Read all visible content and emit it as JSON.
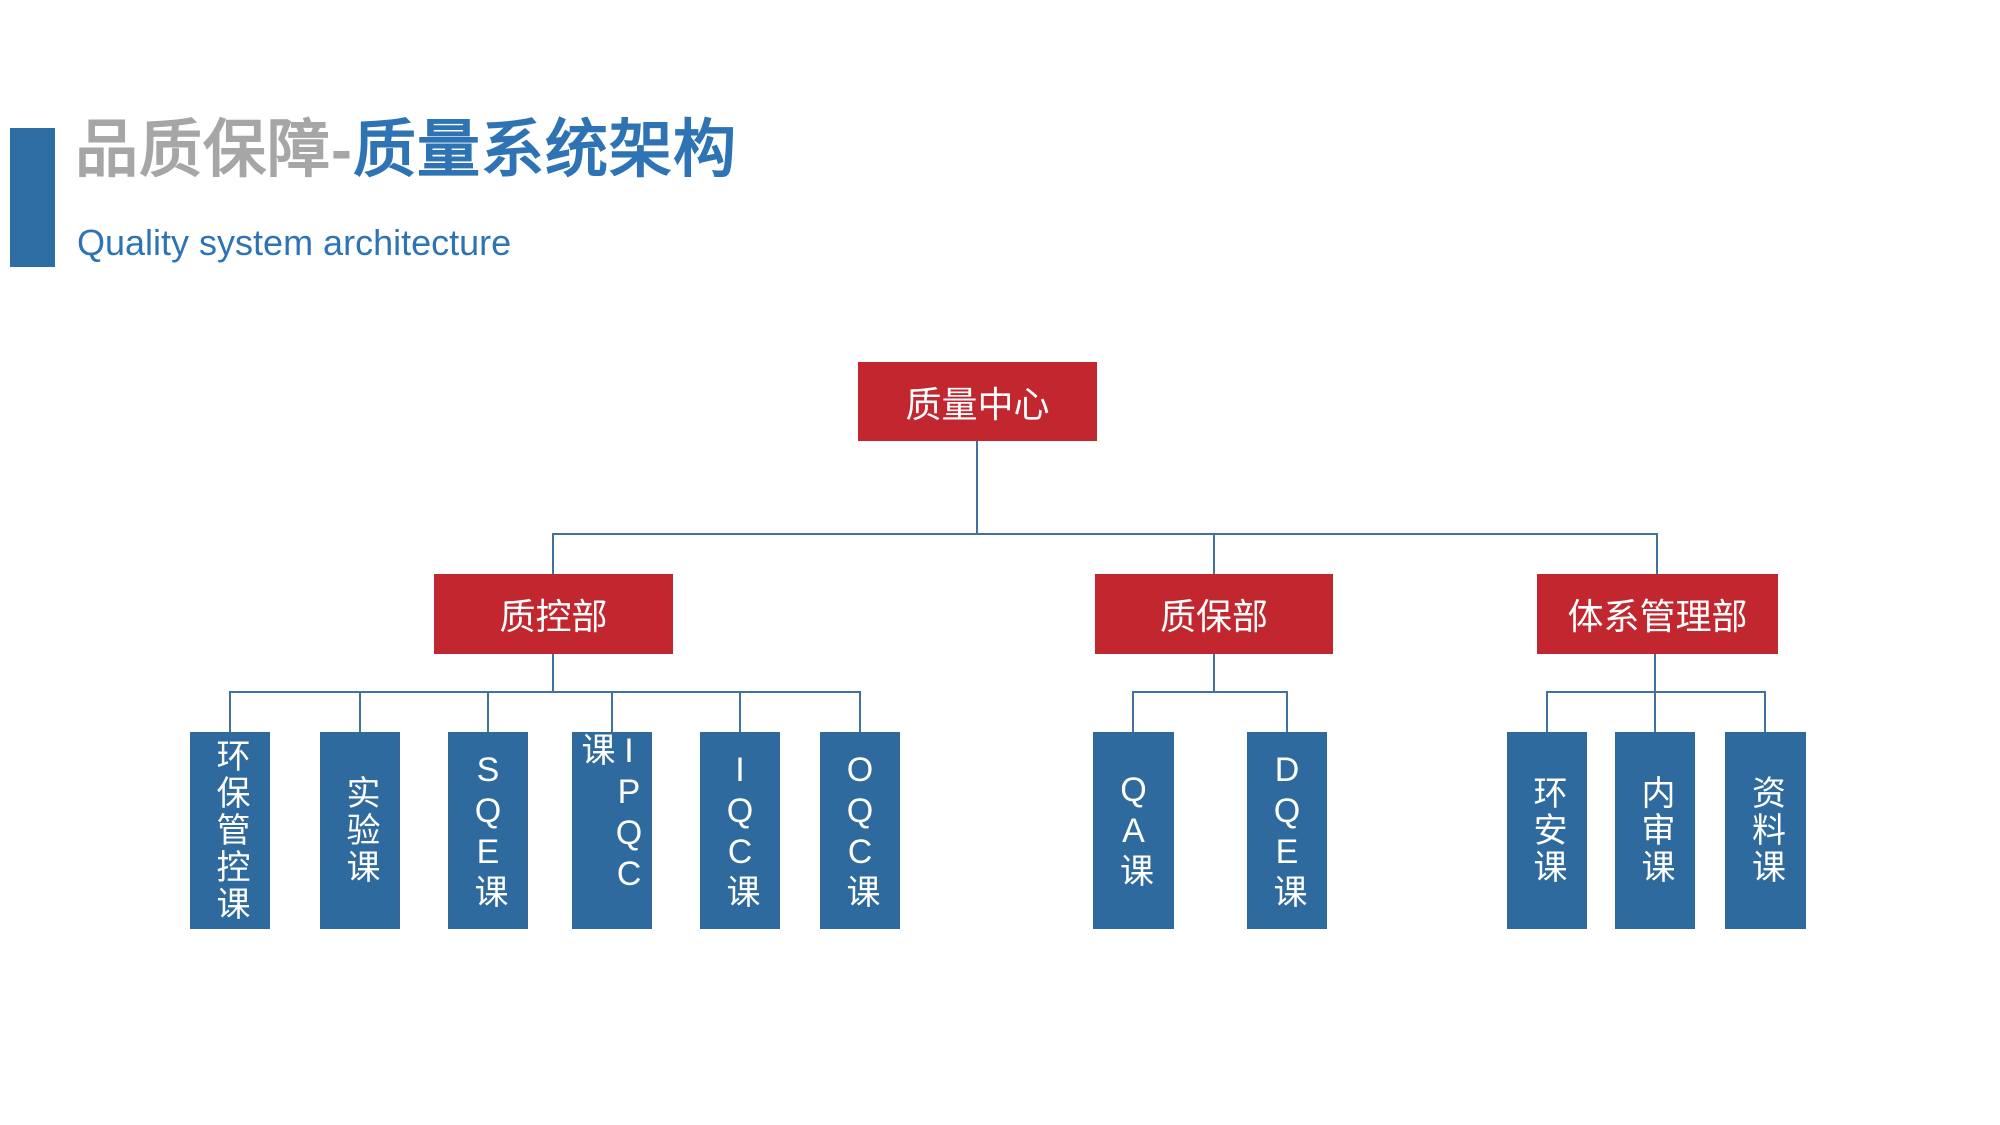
{
  "slide": {
    "title_prefix": "品质保障-",
    "title_main": "质量系统架构",
    "subtitle": "Quality system architecture"
  },
  "org_chart": {
    "root": {
      "label": "质量中心"
    },
    "departments": [
      {
        "label": "质控部",
        "children": [
          {
            "label": "环保管控课"
          },
          {
            "label": "实验课"
          },
          {
            "label": "SQE课"
          },
          {
            "label": "IPQC课"
          },
          {
            "label": "IQC课"
          },
          {
            "label": "OQC课"
          }
        ]
      },
      {
        "label": "质保部",
        "children": [
          {
            "label": "QA课"
          },
          {
            "label": "DQE课"
          }
        ]
      },
      {
        "label": "体系管理部",
        "children": [
          {
            "label": "环安课"
          },
          {
            "label": "内审课"
          },
          {
            "label": "资料课"
          }
        ]
      }
    ],
    "colors": {
      "center_red": "#C2262E",
      "section_blue": "#2E6A9E",
      "connector_blue": "#41719C",
      "node_text": "#FFFFFF",
      "title_gray": "#A6A6A6",
      "title_blue": "#2E74B5",
      "accent_bar_blue": "#2E6DA4"
    }
  }
}
